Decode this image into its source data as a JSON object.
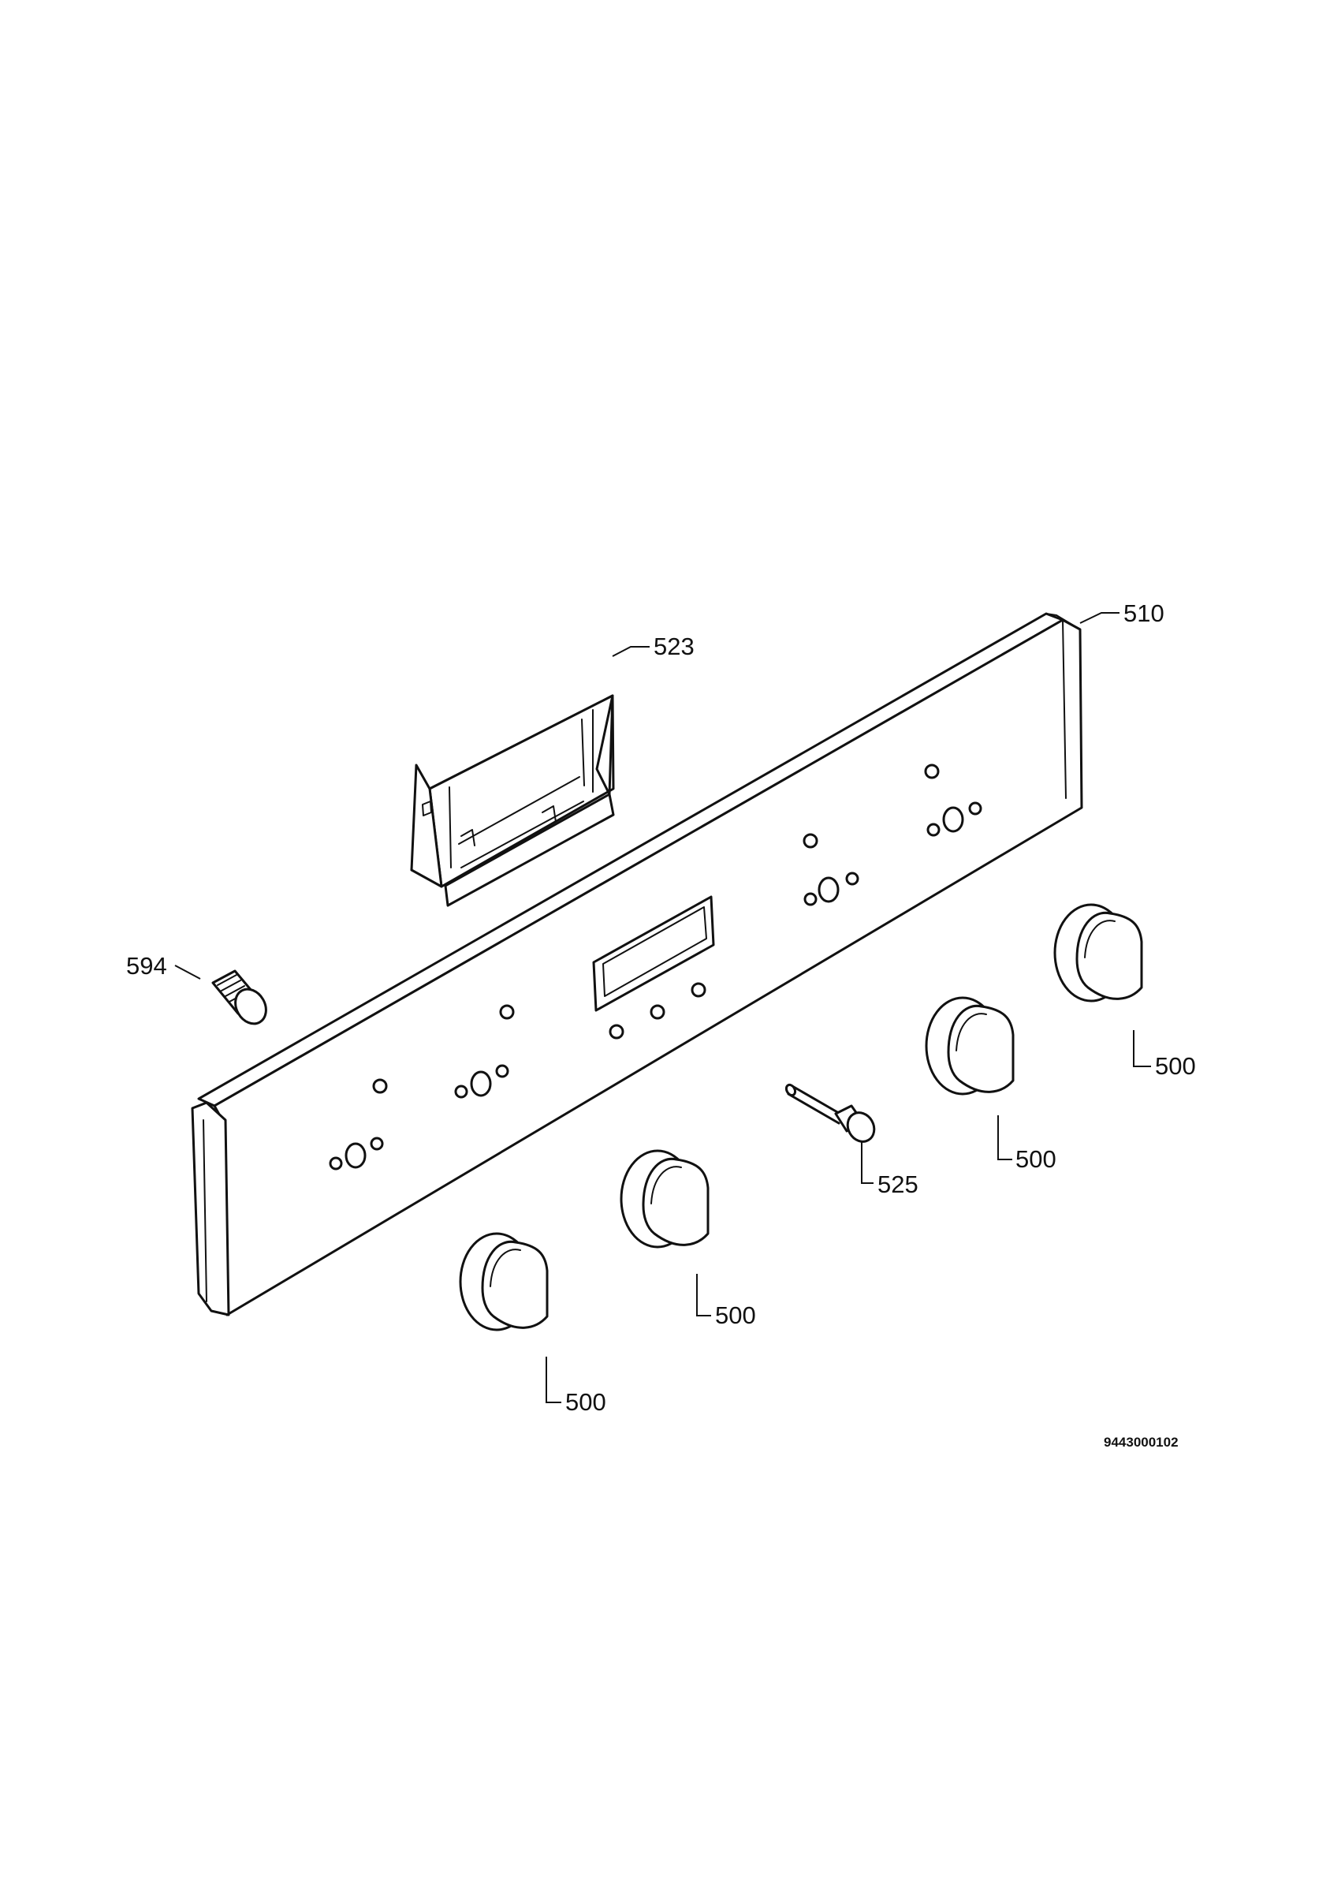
{
  "callouts": {
    "control_panel": "510",
    "display_frame": "523",
    "indicator_lamp": "594",
    "push_button": "525",
    "knob_1": "500",
    "knob_2": "500",
    "knob_3": "500",
    "knob_4": "500"
  },
  "document_number": "9443000102"
}
